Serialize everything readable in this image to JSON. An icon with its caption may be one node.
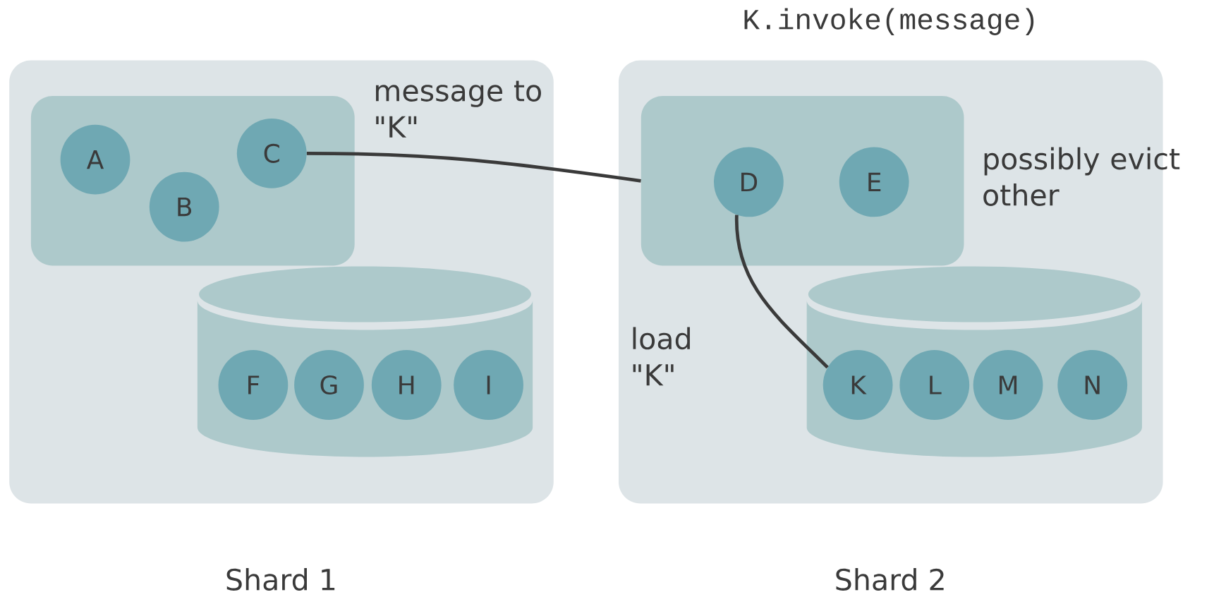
{
  "diagram": {
    "nodes": [
      {
        "text": [
          "Shard 1"
        ]
      },
      {
        "text": [],
        "shape": "box",
        "in": 0
      },
      {
        "text": [
          "A"
        ],
        "in": 1
      },
      {
        "text": [
          "B"
        ],
        "in": 1
      },
      {
        "text": [
          "C"
        ],
        "in": 1
      },
      {
        "text": [],
        "shape": "cylinder",
        "in": 0
      },
      {
        "text": [
          "F"
        ],
        "in": 5
      },
      {
        "text": [
          "G"
        ],
        "in": 5
      },
      {
        "text": [
          "H"
        ],
        "in": 5
      },
      {
        "text": [
          "I"
        ],
        "in": 5
      },
      {
        "text": [
          "Shard 2"
        ]
      },
      {
        "text": [],
        "shape": "box",
        "in": 10
      },
      {
        "text": [
          "D"
        ],
        "in": 11
      },
      {
        "text": [
          "E"
        ],
        "in": 11
      },
      {
        "text": [],
        "shape": "cylinder",
        "in": 10
      },
      {
        "text": [
          "K"
        ],
        "in": 14
      },
      {
        "text": [
          "L"
        ],
        "in": 14
      },
      {
        "text": [
          "M"
        ],
        "in": 14
      },
      {
        "text": [
          "N"
        ],
        "in": 14
      }
    ],
    "edges": [
      {
        "from": 4,
        "to": 11,
        "arrow": "none",
        "label": "message to \"K\""
      },
      {
        "from": 12,
        "to": 15,
        "arrow": "none",
        "label": "load \"K\""
      }
    ],
    "labels": [
      "K.invoke(message)",
      "possibly evict other"
    ]
  }
}
